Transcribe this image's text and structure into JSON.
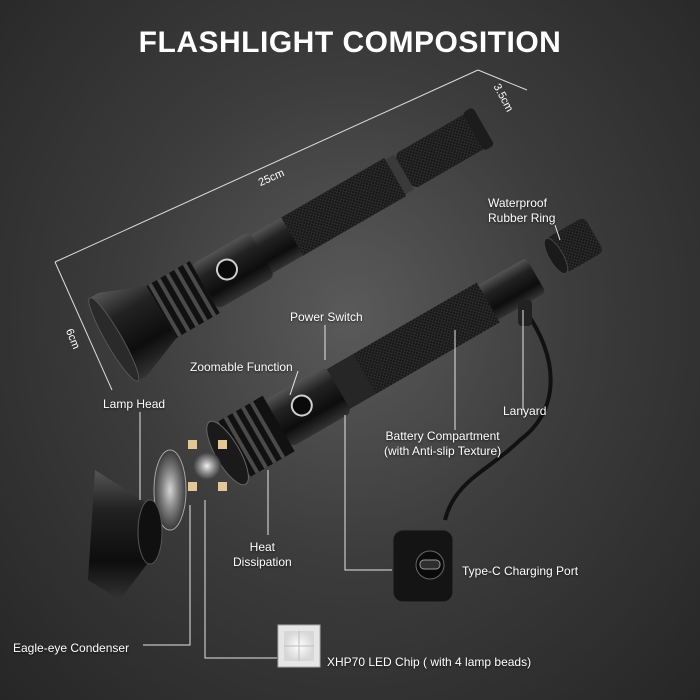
{
  "title": "FLASHLIGHT COMPOSITION",
  "dimensions": {
    "length": "25cm",
    "tail_diameter": "3.5cm",
    "head_diameter": "6cm"
  },
  "labels": {
    "waterproof_ring": [
      "Waterproof",
      "Rubber Ring"
    ],
    "power_switch": "Power Switch",
    "zoomable_function": "Zoomable Function",
    "lamp_head": "Lamp Head",
    "lanyard": "Lanyard",
    "battery_compartment": [
      "Battery Compartment",
      "(with Anti-slip Texture)"
    ],
    "heat_dissipation": [
      "Heat",
      "Dissipation"
    ],
    "type_c_port": "Type-C Charging Port",
    "eagle_eye_condenser": "Eagle-eye Condenser",
    "led_chip": "XHP70 LED Chip ( with 4 lamp beads)"
  },
  "colors": {
    "background": "#3c3c3c",
    "text": "#ffffff",
    "body_metal": "#1a1a1a",
    "leader_line": "#e6e6e6"
  }
}
